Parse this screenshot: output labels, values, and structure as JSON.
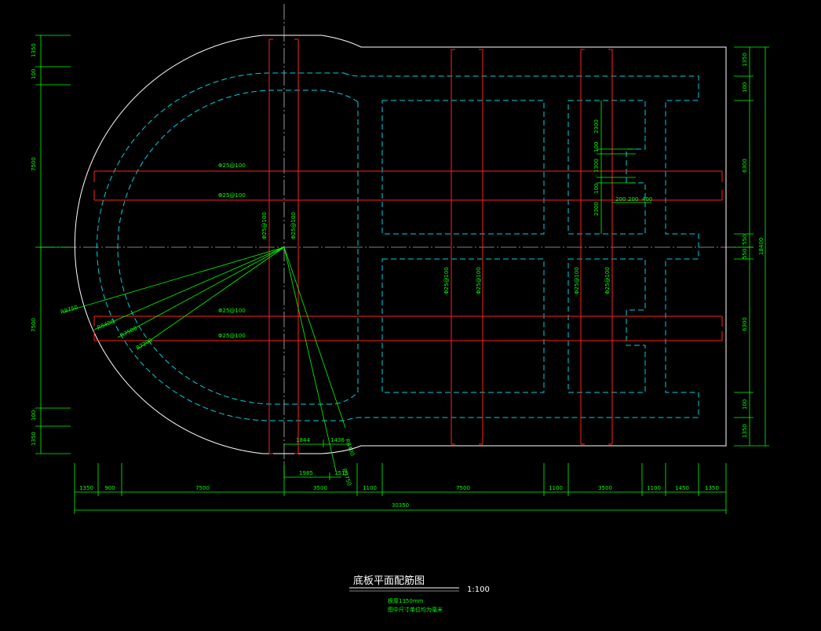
{
  "drawing": {
    "title": "底板平面配筋图",
    "scale": "1:100",
    "notes": [
      "板厚1350mm",
      "图中尺寸单位均为毫米"
    ],
    "rebar_labels": {
      "h1": "Φ25@100",
      "h2": "Φ25@100",
      "h3": "Φ25@100",
      "h4": "Φ25@100",
      "v1": "Φ25@100",
      "v2": "Φ25@100",
      "v3": "Φ25@100",
      "v4": "Φ25@100",
      "v5": "Φ25@100",
      "v6": "Φ25@100"
    },
    "radii": {
      "r1": "R9750",
      "r2": "R8400",
      "r3": "R7500",
      "r4": "R7200",
      "r5": "R8400",
      "r6": "R9750"
    },
    "left_dims": [
      "1350",
      "100",
      "7500",
      "7500",
      "100",
      "1350"
    ],
    "right_dims": [
      "1350",
      "100",
      "6300",
      "550",
      "550",
      "6300",
      "100",
      "1350"
    ],
    "right_total": "18400",
    "bottom_dims": [
      "1350",
      "900",
      "7500",
      "3500",
      "1100",
      "7500",
      "1100",
      "3500",
      "1100",
      "1450",
      "1350"
    ],
    "bottom_total": "30350",
    "inner_dims": {
      "a": "1844",
      "b": "1436",
      "c": "1985",
      "d": "1515"
    },
    "detail_dims": {
      "v1": "2300",
      "v2": "100",
      "v3": "1300",
      "v4": "100",
      "v5": "2300",
      "h1": "200",
      "h2": "200",
      "h3": "400"
    }
  },
  "colors": {
    "outline": "#ffffff",
    "rebar": "#ff2020",
    "dimension": "#00ff00",
    "dashed": "#00d0e0",
    "axis": "#ffffff"
  }
}
